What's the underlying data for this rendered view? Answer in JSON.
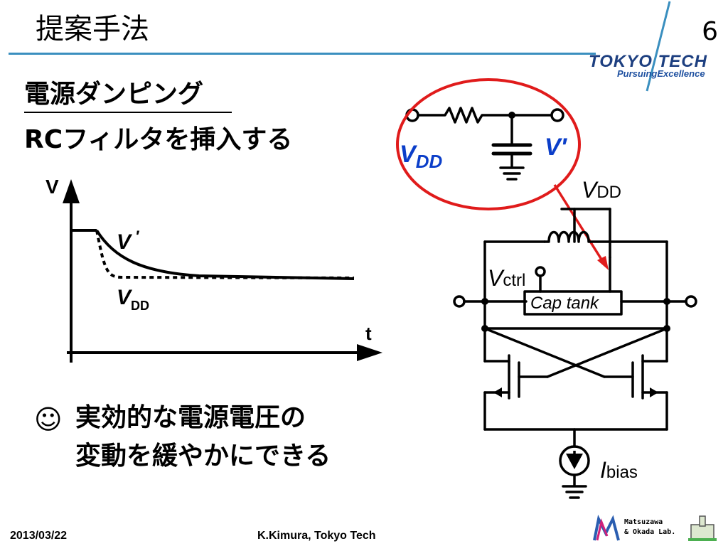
{
  "slide": {
    "title": "提案手法",
    "number": "6",
    "heading": "電源ダンピング",
    "subheading": "RCフィルタを挿入する",
    "bullet": {
      "symbol": "☺",
      "lines": [
        "実効的な電源電圧の",
        "変動を緩やかにできる"
      ]
    },
    "footer": {
      "date": "2013/03/22",
      "author": "K.Kimura, Tokyo Tech"
    }
  },
  "brand": {
    "name": "TOKYO TECH",
    "tagline": "PursuingExcellence",
    "lab": [
      "Matsuzawa",
      "& Okada Lab."
    ]
  },
  "graph": {
    "y_axis_label": "V",
    "x_axis_label": "t",
    "curve_label_v": "V",
    "curve_label_prime": "′",
    "curve_label_vdd_base": "V",
    "curve_label_vdd_sub": "DD"
  },
  "rc_filter": {
    "left_base": "V",
    "left_sub": "DD",
    "right_label": "V′"
  },
  "circuit": {
    "vdd_base": "V",
    "vdd_sub": "DD",
    "vctrl_base": "V",
    "vctrl_sub": "ctrl",
    "cap_tank": "Cap tank",
    "ibias_base": "I",
    "ibias_sub": "bias"
  },
  "colors": {
    "accent": "#3a8fbf",
    "highlight": "#e01b1b",
    "formula_blue": "#0b3ec9"
  }
}
